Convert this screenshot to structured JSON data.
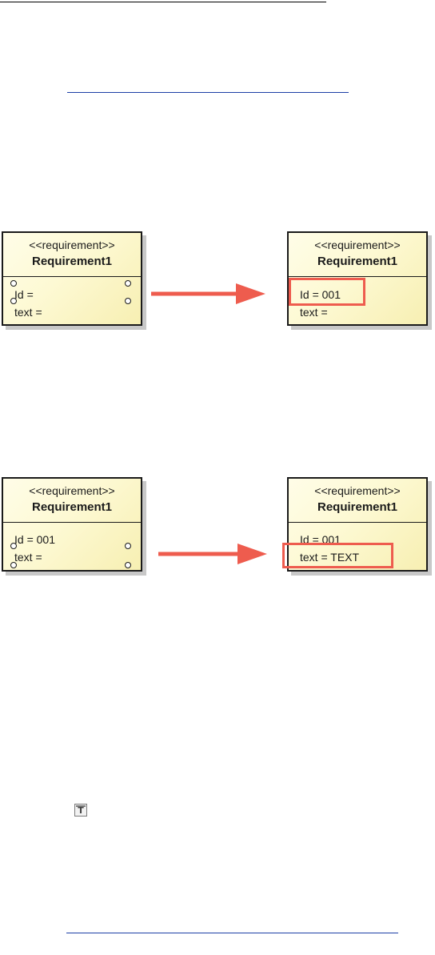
{
  "diagram": {
    "stereotype": "<<requirement>>",
    "step1": {
      "before": {
        "name": "Requirement1",
        "id_line": "Id =",
        "text_line": "text ="
      },
      "after": {
        "name": "Requirement1",
        "id_line": "Id = 001",
        "text_line": "text ="
      }
    },
    "step2": {
      "before": {
        "name": "Requirement1",
        "id_line": "Id = 001",
        "text_line": "text ="
      },
      "after": {
        "name": "Requirement1",
        "id_line": "Id = 001",
        "text_line": "text = TEXT"
      }
    },
    "colors": {
      "highlight": "#ee5c4e",
      "block_fill": "#fdf9d3",
      "link": "#1d3fa6"
    }
  },
  "icons": {
    "text_tool": "text-box-icon"
  }
}
